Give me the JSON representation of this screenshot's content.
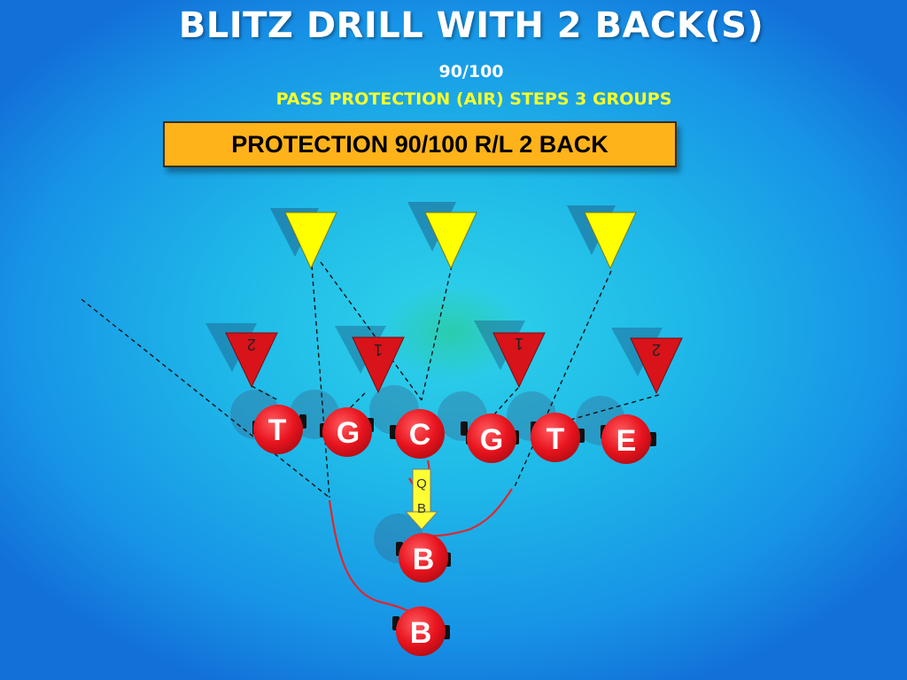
{
  "slide": {
    "title": "BLITZ DRILL WITH 2 BACK(S)",
    "subtitle": "90/100",
    "subtitle2": "PASS PROTECTION (AIR) STEPS  3 GROUPS",
    "banner": "PROTECTION 90/100 R/L  2 BACK"
  },
  "players": {
    "t_left": "T",
    "g_left": "G",
    "c": "C",
    "g_right": "G",
    "t_right": "T",
    "e": "E",
    "back1": "B",
    "back2": "B",
    "qb_q": "Q",
    "qb_b": "B"
  },
  "defenders": {
    "d1": "2",
    "d2": "1",
    "d3": "1",
    "d4": "2"
  },
  "colors": {
    "player": "#e8141e",
    "linebacker": "#ffff00",
    "lineman_defender": "#d8131a",
    "route": "#e0262e",
    "banner": "#ffb31a",
    "subtitle2": "#f7ff2a"
  }
}
